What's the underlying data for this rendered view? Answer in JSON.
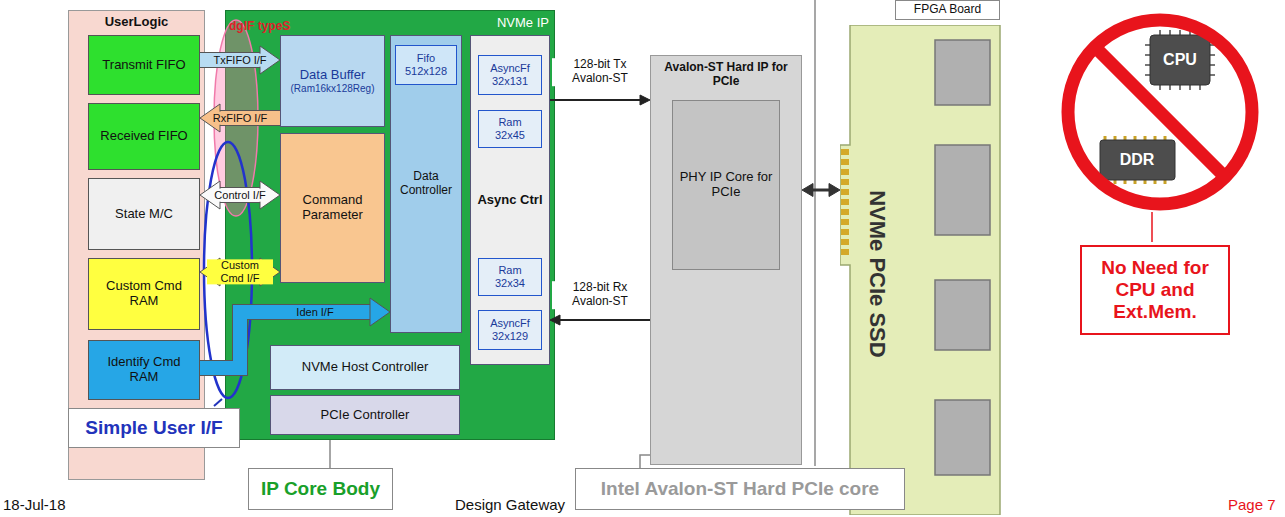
{
  "diagram": {
    "nodes": [
      {
        "text": [
          "UserLogic"
        ]
      },
      {
        "text": [
          "Transmit FIFO"
        ],
        "in": 0
      },
      {
        "text": [
          "Received FIFO"
        ],
        "in": 0
      },
      {
        "text": [
          "State M/C"
        ],
        "in": 0
      },
      {
        "text": [
          "Custom Cmd RAM"
        ],
        "in": 0
      },
      {
        "text": [
          "Identify Cmd RAM"
        ],
        "in": 0
      },
      {
        "text": [
          "NVMe IP"
        ]
      },
      {
        "text": [
          "Data Buffer",
          "(Ram16kx128Reg)"
        ],
        "in": 6
      },
      {
        "text": [
          "Command Parameter"
        ],
        "in": 6
      },
      {
        "text": [
          "Data Controller"
        ],
        "in": 6
      },
      {
        "text": [
          "Fifo 512x128"
        ],
        "in": 9
      },
      {
        "text": [
          "Async Ctrl"
        ],
        "in": 6
      },
      {
        "text": [
          "AsyncFf 32x131"
        ],
        "in": 11
      },
      {
        "text": [
          "Ram 32x45"
        ],
        "in": 11
      },
      {
        "text": [
          "Ram 32x34"
        ],
        "in": 11
      },
      {
        "text": [
          "AsyncFf 32x129"
        ],
        "in": 11
      },
      {
        "text": [
          "NVMe Host Controller"
        ],
        "in": 6
      },
      {
        "text": [
          "PCIe Controller"
        ],
        "in": 6
      },
      {
        "text": [
          "FPGA Board"
        ]
      },
      {
        "text": [
          "Avalon-ST Hard IP for PCIe"
        ]
      },
      {
        "text": [
          "PHY IP Core for PCIe"
        ],
        "in": 19
      },
      {
        "text": [
          "NVMe PCIe SSD"
        ]
      },
      {
        "text": [
          "No Need for CPU and Ext.Mem."
        ]
      },
      {
        "text": [
          "Simple User I/F"
        ]
      },
      {
        "text": [
          "IP Core Body"
        ]
      },
      {
        "text": [
          "Intel Avalon-ST Hard PCIe core"
        ]
      }
    ],
    "edges": [
      {
        "from": 1,
        "to": 7,
        "label": "TxFIFO I/F",
        "arrow": "to"
      },
      {
        "from": 7,
        "to": 2,
        "label": "RxFIFO I/F",
        "arrow": "to"
      },
      {
        "from": 3,
        "to": 8,
        "label": "Control I/F",
        "arrow": "both"
      },
      {
        "from": 4,
        "to": 8,
        "label": "Custom Cmd I/F",
        "arrow": "both"
      },
      {
        "from": 5,
        "to": 9,
        "label": "Iden I/F",
        "arrow": "to"
      },
      {
        "from": 11,
        "to": 19,
        "label": "128-bit Tx Avalon-ST",
        "arrow": "to"
      },
      {
        "from": 19,
        "to": 11,
        "label": "128-bit Rx Avalon-ST",
        "arrow": "to"
      },
      {
        "from": 19,
        "to": 21,
        "arrow": "both"
      },
      {
        "from": 24,
        "to": 6,
        "arrow": "none"
      },
      {
        "from": 25,
        "to": 19,
        "arrow": "none"
      }
    ],
    "labels": [
      "dgIF typeS",
      "CPU",
      "DDR",
      "18-Jul-18",
      "Design Gateway",
      "Page 7"
    ]
  }
}
